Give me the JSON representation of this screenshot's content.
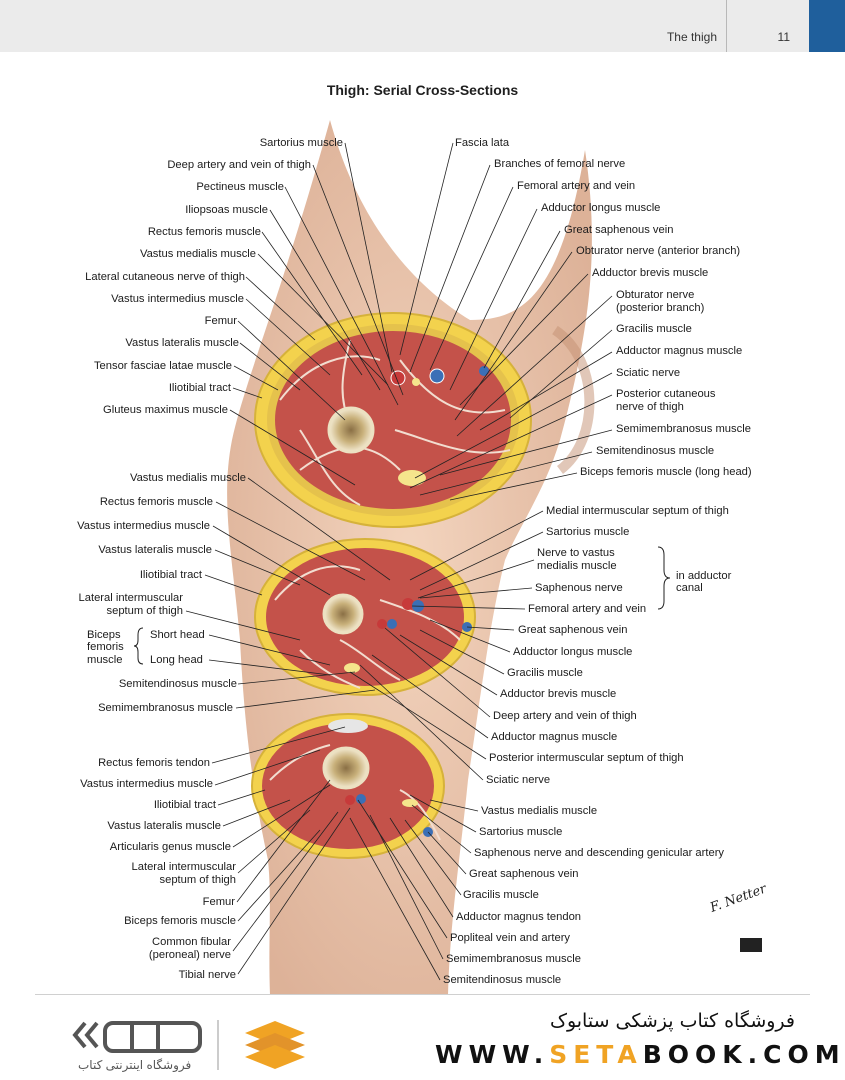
{
  "header": {
    "section": "The thigh",
    "page_number": "11"
  },
  "title": "Thigh: Serial Cross-Sections",
  "section1": {
    "left": [
      "Sartorius muscle",
      "Deep artery and vein of thigh",
      "Pectineus muscle",
      "Iliopsoas muscle",
      "Rectus femoris muscle",
      "Vastus medialis muscle",
      "Lateral cutaneous nerve of thigh",
      "Vastus intermedius muscle",
      "Femur",
      "Vastus lateralis muscle",
      "Tensor fasciae latae muscle",
      "Iliotibial tract",
      "Gluteus maximus muscle"
    ],
    "right": [
      "Fascia lata",
      "Branches of femoral nerve",
      "Femoral artery and vein",
      "Adductor longus muscle",
      "Great saphenous vein",
      "Obturator nerve (anterior branch)",
      "Adductor brevis muscle",
      "Obturator nerve",
      "(posterior branch)",
      "Gracilis muscle",
      "Adductor magnus muscle",
      "Sciatic nerve",
      "Posterior cutaneous",
      "nerve of thigh",
      "Semimembranosus muscle",
      "Semitendinosus muscle",
      "Biceps femoris muscle (long head)"
    ]
  },
  "section2": {
    "left": [
      "Vastus medialis muscle",
      "Rectus femoris muscle",
      "Vastus intermedius muscle",
      "Vastus lateralis muscle",
      "Iliotibial tract",
      "Lateral intermuscular",
      "septum of thigh",
      "Biceps",
      "femoris",
      "muscle",
      "Short head",
      "Long head",
      "Semitendinosus muscle",
      "Semimembranosus muscle"
    ],
    "right": [
      "Medial intermuscular septum of thigh",
      "Sartorius muscle",
      "Nerve to vastus",
      "medialis muscle",
      "Saphenous nerve",
      "Femoral artery and vein",
      "Great saphenous vein",
      "Adductor longus muscle",
      "Gracilis muscle",
      "Adductor brevis muscle",
      "Deep artery and vein of thigh",
      "Adductor magnus muscle",
      "Posterior intermuscular septum of thigh",
      "Sciatic nerve"
    ],
    "canal_label": [
      "in adductor",
      "canal"
    ]
  },
  "section3": {
    "left": [
      "Rectus femoris tendon",
      "Vastus intermedius muscle",
      "Iliotibial tract",
      "Vastus lateralis muscle",
      "Articularis genus muscle",
      "Lateral intermuscular",
      "septum of thigh",
      "Femur",
      "Biceps femoris muscle",
      "Common fibular",
      "(peroneal) nerve",
      "Tibial nerve"
    ],
    "right": [
      "Vastus medialis muscle",
      "Sartorius muscle",
      "Saphenous nerve and descending genicular artery",
      "Great saphenous vein",
      "Gracilis muscle",
      "Adductor magnus tendon",
      "Popliteal vein and artery",
      "Semimembranosus muscle",
      "Semitendinosus muscle"
    ]
  },
  "signature": "F. Netter",
  "footer": {
    "logo_caption": "فروشگاه اینترنتی کتاب",
    "store_name": "فروشگاه کتاب پزشکی ستابوک",
    "url_part1": "WWW.",
    "url_part2": "SETA",
    "url_part3": "BOOK.COM"
  },
  "colors": {
    "header_blue": "#1f5f9c",
    "muscle": "#c4524a",
    "fat": "#f3d24d",
    "footer_accent": "#f0a324"
  }
}
